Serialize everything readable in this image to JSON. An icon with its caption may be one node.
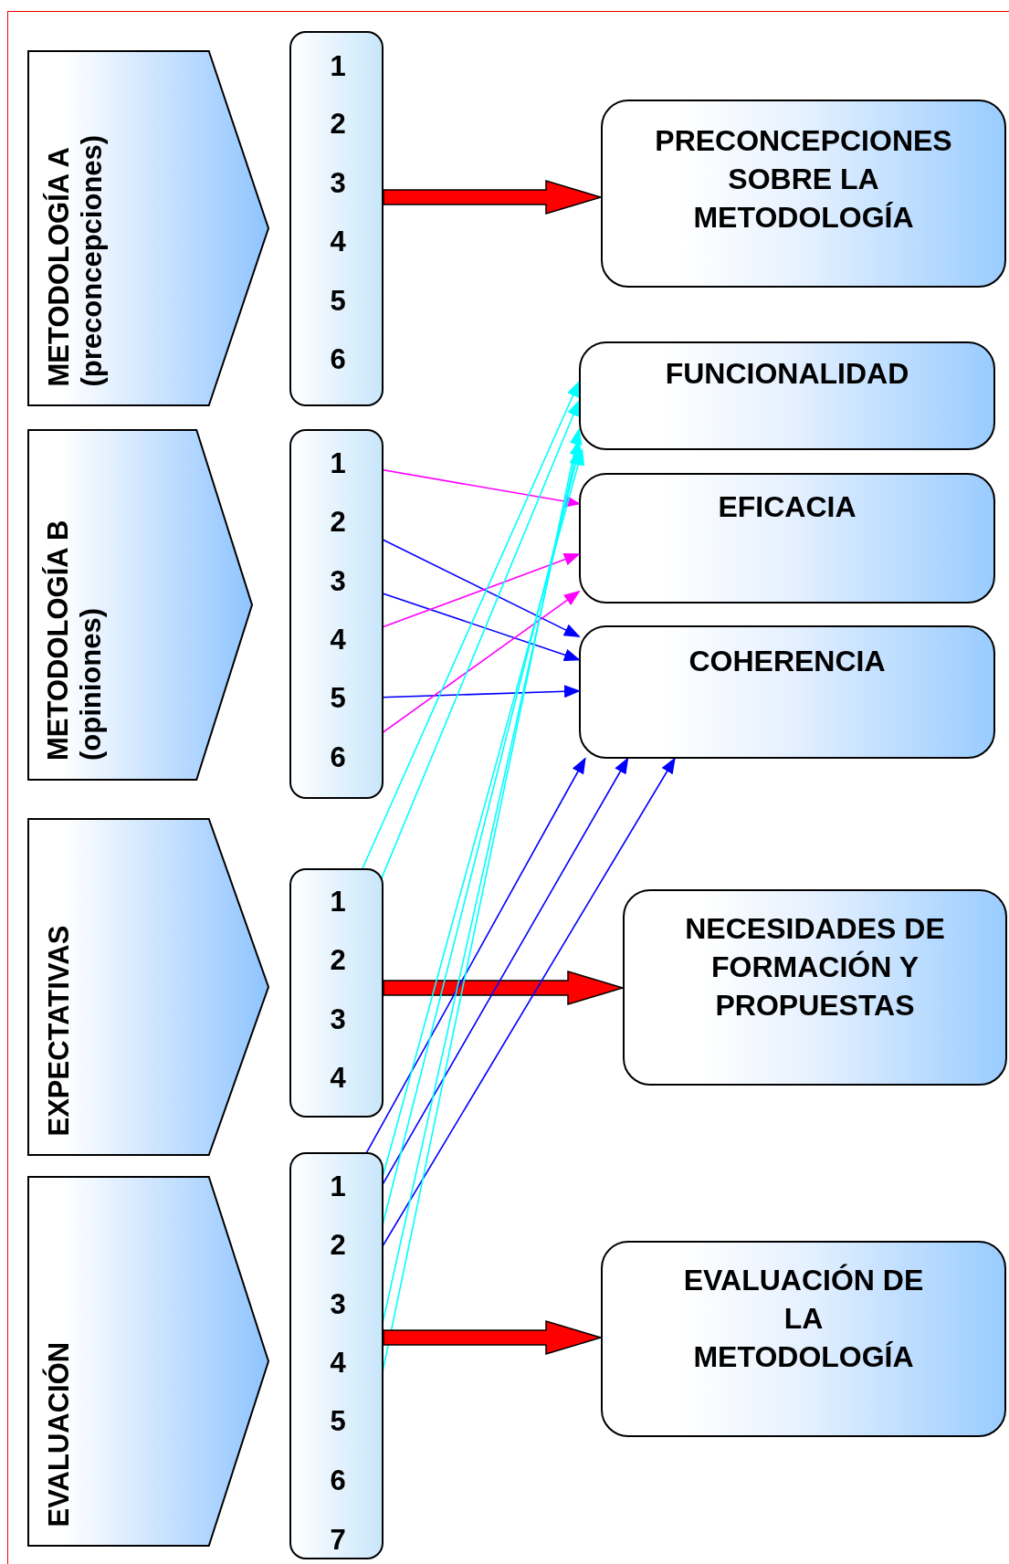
{
  "diagram": {
    "nodes": [
      {
        "text": [
          "METODOLOGÍA A",
          "(preconcepciones)"
        ]
      },
      {
        "text": [],
        "shape": "box"
      },
      {
        "text": [
          "1"
        ],
        "in": 1
      },
      {
        "text": [
          "2"
        ],
        "in": 1
      },
      {
        "text": [
          "3"
        ],
        "in": 1
      },
      {
        "text": [
          "4"
        ],
        "in": 1
      },
      {
        "text": [
          "5"
        ],
        "in": 1
      },
      {
        "text": [
          "6"
        ],
        "in": 1
      },
      {
        "text": [
          "PRECONCEPCIONES SOBRE LA METODOLOGÍA"
        ]
      },
      {
        "text": [
          "METODOLOGÍA B",
          "(opiniones)"
        ]
      },
      {
        "text": [],
        "shape": "box"
      },
      {
        "text": [
          "1"
        ],
        "in": 10
      },
      {
        "text": [
          "2"
        ],
        "in": 10
      },
      {
        "text": [
          "3"
        ],
        "in": 10
      },
      {
        "text": [
          "4"
        ],
        "in": 10
      },
      {
        "text": [
          "5"
        ],
        "in": 10
      },
      {
        "text": [
          "6"
        ],
        "in": 10
      },
      {
        "text": [
          "FUNCIONALIDAD"
        ]
      },
      {
        "text": [
          "EFICACIA"
        ]
      },
      {
        "text": [
          "COHERENCIA"
        ]
      },
      {
        "text": [
          "EXPECTATIVAS"
        ]
      },
      {
        "text": [],
        "shape": "box"
      },
      {
        "text": [
          "1"
        ],
        "in": 21
      },
      {
        "text": [
          "2"
        ],
        "in": 21
      },
      {
        "text": [
          "3"
        ],
        "in": 21
      },
      {
        "text": [
          "4"
        ],
        "in": 21
      },
      {
        "text": [
          "NECESIDADES DE FORMACIÓN Y PROPUESTAS"
        ]
      },
      {
        "text": [
          "EVALUACIÓN"
        ]
      },
      {
        "text": [],
        "shape": "box"
      },
      {
        "text": [
          "1"
        ],
        "in": 28
      },
      {
        "text": [
          "2"
        ],
        "in": 28
      },
      {
        "text": [
          "3"
        ],
        "in": 28
      },
      {
        "text": [
          "4"
        ],
        "in": 28
      },
      {
        "text": [
          "5"
        ],
        "in": 28
      },
      {
        "text": [
          "6"
        ],
        "in": 28
      },
      {
        "text": [
          "7"
        ],
        "in": 28
      },
      {
        "text": [
          "EVALUACIÓN DE LA METODOLOGÍA"
        ]
      }
    ],
    "edges": [
      {
        "from": 1,
        "to": 8,
        "arrow": "to",
        "style": "thick",
        "color": "#ff0000"
      },
      {
        "from": 11,
        "to": 18,
        "arrow": "to",
        "color": "#ff00ff"
      },
      {
        "from": 12,
        "to": 19,
        "arrow": "to",
        "color": "#0000ff"
      },
      {
        "from": 13,
        "to": 19,
        "arrow": "to",
        "color": "#0000ff"
      },
      {
        "from": 14,
        "to": 18,
        "arrow": "to",
        "color": "#ff00ff"
      },
      {
        "from": 15,
        "to": 19,
        "arrow": "to",
        "color": "#0000ff"
      },
      {
        "from": 16,
        "to": 18,
        "arrow": "to",
        "color": "#ff00ff"
      },
      {
        "from": 22,
        "to": 17,
        "arrow": "to",
        "color": "#00ffff"
      },
      {
        "from": 23,
        "to": 17,
        "arrow": "to",
        "color": "#00ffff"
      },
      {
        "from": 21,
        "to": 26,
        "arrow": "to",
        "style": "thick",
        "color": "#ff0000"
      },
      {
        "from": 29,
        "to": 19,
        "arrow": "to",
        "color": "#0000ff"
      },
      {
        "from": 30,
        "to": 19,
        "arrow": "to",
        "color": "#0000ff"
      },
      {
        "from": 31,
        "to": 19,
        "arrow": "to",
        "color": "#0000ff"
      },
      {
        "from": 31,
        "to": 17,
        "arrow": "to",
        "color": "#00ffff"
      },
      {
        "from": 32,
        "to": 17,
        "arrow": "to",
        "color": "#00ffff"
      },
      {
        "from": 34,
        "to": 17,
        "arrow": "to",
        "color": "#00ffff"
      },
      {
        "from": 35,
        "to": 17,
        "arrow": "to",
        "color": "#00ffff"
      },
      {
        "from": 28,
        "to": 36,
        "arrow": "to",
        "style": "thick",
        "color": "#ff0000"
      }
    ]
  }
}
